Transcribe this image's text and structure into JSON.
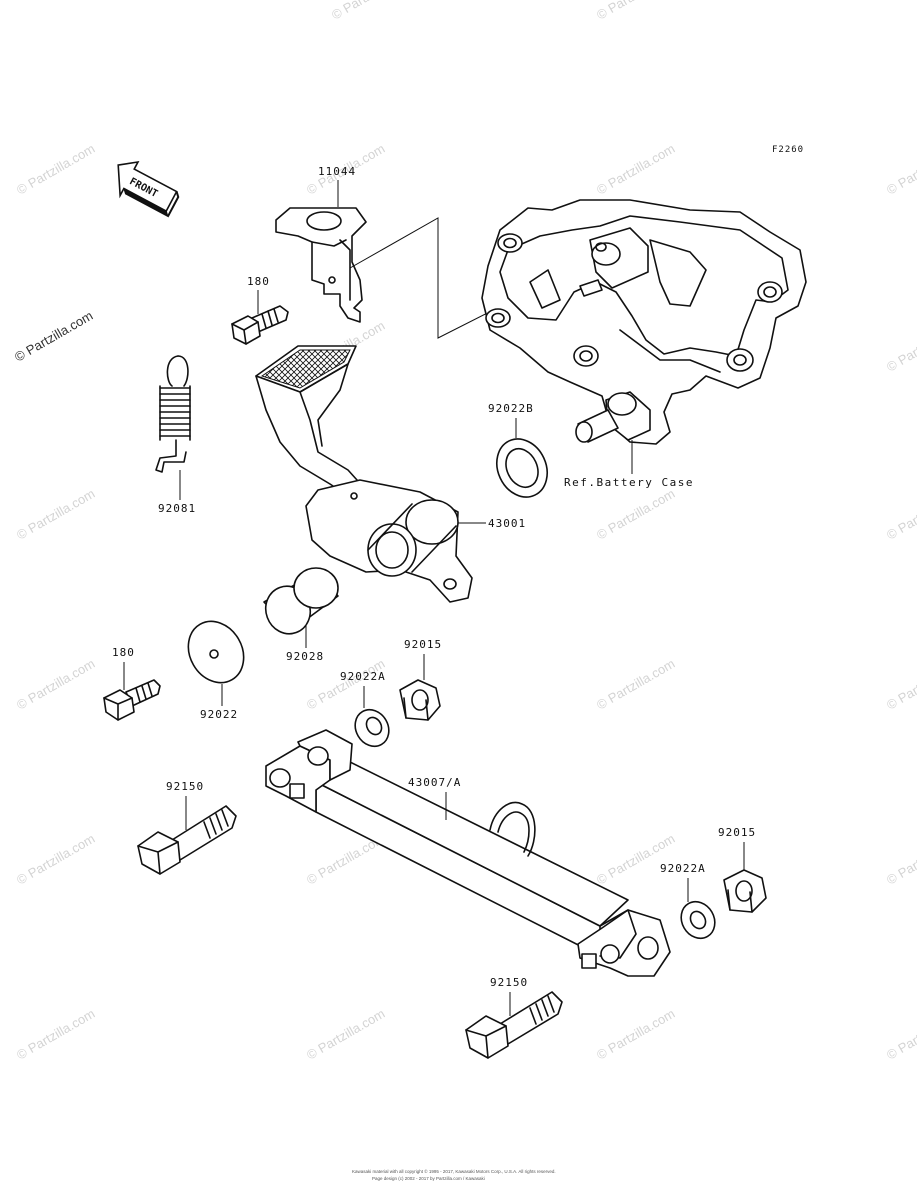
{
  "figure": {
    "code": "F2260",
    "front_arrow_label": "FRONT",
    "reference_label": "Ref.Battery Case"
  },
  "watermark": {
    "text": "© Partzilla.com"
  },
  "parts": {
    "bracket_top": "11044",
    "bolt_upper": "180",
    "spring": "92081",
    "washer_b": "92022B",
    "pedal": "43001",
    "bolt_lower": "180",
    "washer_large": "92022",
    "collar": "92028",
    "washer_a_upper": "92022A",
    "nut_upper": "92015",
    "rod": "43007/A",
    "bolt_left": "92150",
    "washer_a_lower": "92022A",
    "nut_lower": "92015",
    "bolt_bottom": "92150"
  },
  "copyright": {
    "line1": "Kawasaki material with all copyright © 1995 - 2017, Kawasaki Motors Corp., U.S.A. All rights reserved.",
    "line2": "Page design (c) 2002 - 2017 by Partzilla.com / Kawasaki"
  }
}
